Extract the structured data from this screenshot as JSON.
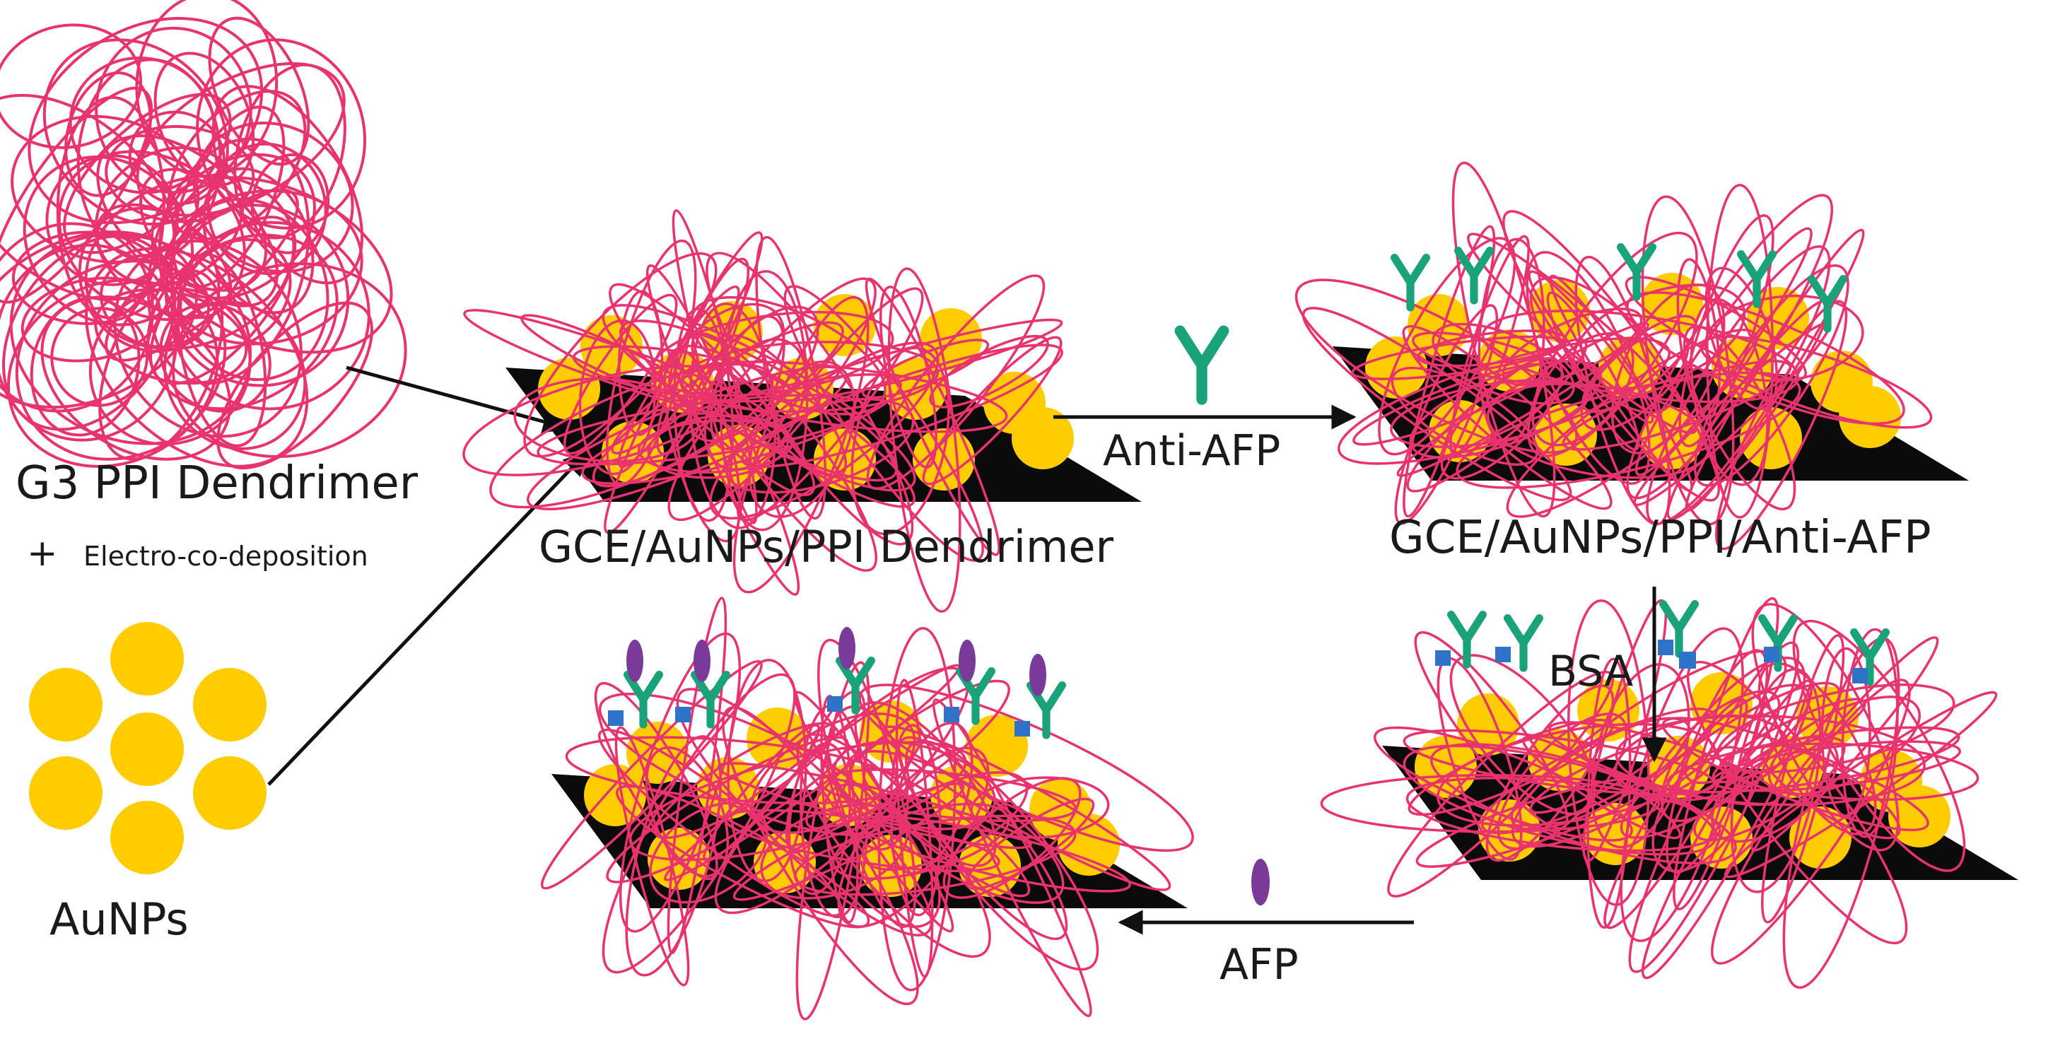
{
  "labels": {
    "dendrimer": "G3 PPI Dendrimer",
    "plus": "+",
    "electro": "Electro-co-deposition",
    "aunps": "AuNPs",
    "stage1": "GCE/AuNPs/PPI  Dendrimer",
    "anti_afp": "Anti-AFP",
    "stage2": "GCE/AuNPs/PPI/Anti-AFP",
    "bsa": "BSA",
    "afp": "AFP"
  },
  "colors": {
    "dendrimer": "#e8336e",
    "gold": "#ffcc00",
    "electrode": "#0b0b0b",
    "antibody": "#1aa37a",
    "bsa": "#2f73c9",
    "afp": "#7a3a9a",
    "arrow": "#111111"
  },
  "icons": {
    "antibody": "y-shaped-antibody-icon",
    "bsa": "blue-square-icon",
    "afp": "purple-oval-icon"
  }
}
